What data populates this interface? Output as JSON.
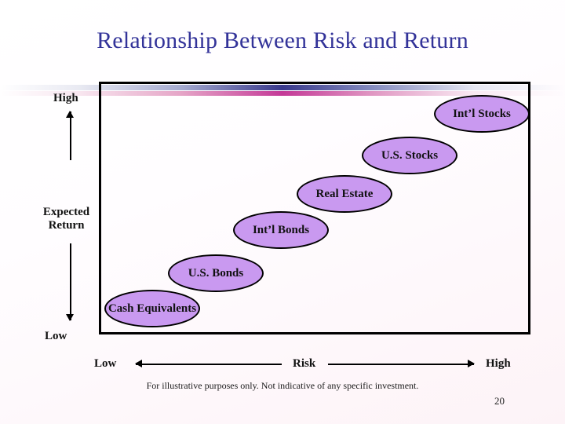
{
  "slide": {
    "title": "Relationship Between Risk and Return",
    "title_color": "#333399",
    "background_color": "#fdf8fc",
    "page_number": "20",
    "footnote": "For illustrative purposes only. Not indicative of any specific investment."
  },
  "decor": {
    "bar_blue_color": "#38388c",
    "bar_pink_color": "#c43997"
  },
  "axes": {
    "y": {
      "label": "Expected Return",
      "label_line1": "Expected",
      "label_line2": "Return",
      "high": "High",
      "low": "Low"
    },
    "x": {
      "label": "Risk",
      "low": "Low",
      "high": "High"
    }
  },
  "chart_data": {
    "type": "scatter",
    "title": "Relationship Between Risk and Return",
    "xlabel": "Risk",
    "ylabel": "Expected Return",
    "grid": false,
    "legend": "none",
    "xlim": [
      "Low",
      "High"
    ],
    "ylim": [
      "Low",
      "High"
    ],
    "annotation": "For illustrative purposes only. Not indicative of any specific investment.",
    "bubble_fill": "#c999f0",
    "bubble_stroke": "#000000",
    "points": [
      {
        "label": "Int’l Stocks",
        "risk": 6,
        "return": 6,
        "order": 6
      },
      {
        "label": "U.S. Stocks",
        "risk": 5,
        "return": 5,
        "order": 5
      },
      {
        "label": "Real Estate",
        "risk": 4,
        "return": 4,
        "order": 4
      },
      {
        "label": "Int’l  Bonds",
        "risk": 3,
        "return": 3,
        "order": 3
      },
      {
        "label": "U.S. Bonds",
        "risk": 2,
        "return": 2,
        "order": 2
      },
      {
        "label": "Cash Equivalents",
        "risk": 1,
        "return": 1,
        "order": 1
      }
    ]
  }
}
